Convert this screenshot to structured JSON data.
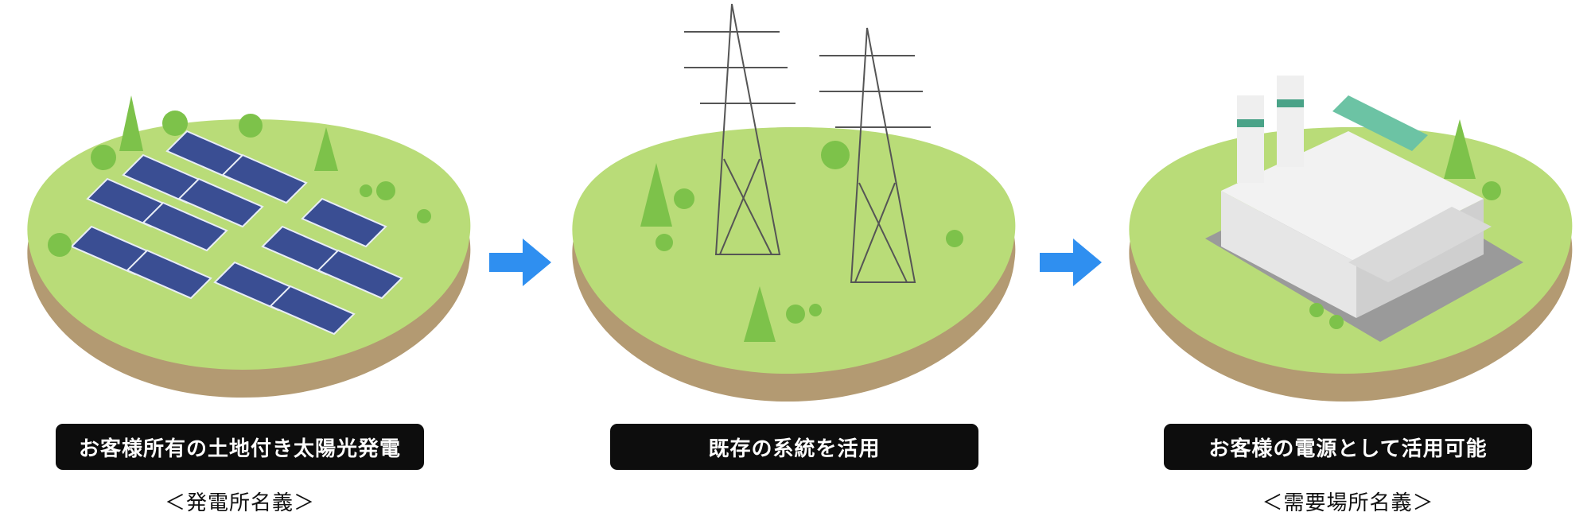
{
  "steps": [
    {
      "label": "お客様所有の土地付き太陽光発電",
      "sub": "＜発電所名義＞",
      "scene": "solar-farm"
    },
    {
      "label": "既存の系統を活用",
      "sub": "",
      "scene": "transmission-towers"
    },
    {
      "label": "お客様の電源として活用可能",
      "sub": "＜需要場所名義＞",
      "scene": "factory"
    }
  ],
  "colors": {
    "grass": "#b9dc78",
    "soil": "#b39a72",
    "tree": "#7dc24a",
    "panel": "#3a4e93",
    "arrow": "#2f8ff0",
    "label_bg": "#0d0d0d"
  }
}
